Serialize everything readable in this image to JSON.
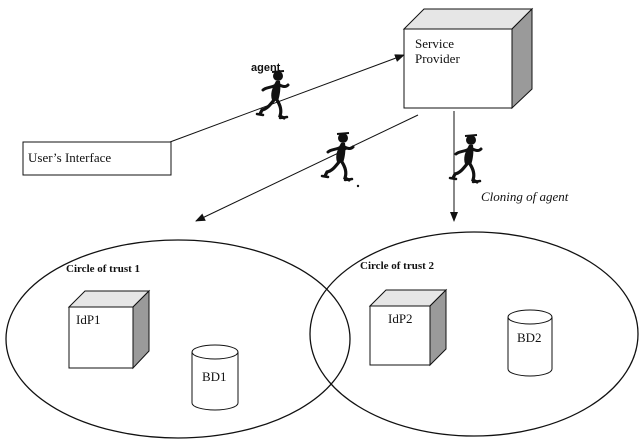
{
  "nodes": {
    "service_provider": {
      "line1": "Service",
      "line2": "Provider"
    },
    "users_interface": {
      "label": "User’s Interface"
    },
    "idp1": {
      "label": "IdP1"
    },
    "idp2": {
      "label": "IdP2"
    },
    "bd1": {
      "label": "BD1"
    },
    "bd2": {
      "label": "BD2"
    }
  },
  "groups": {
    "circle1": {
      "label": "Circle of trust 1"
    },
    "circle2": {
      "label": "Circle of trust 2"
    }
  },
  "annotations": {
    "agent": "agent",
    "cloning": "Cloning of agent"
  },
  "icons": {
    "agent_figure": "running-agent-icon"
  },
  "colors": {
    "stroke": "#111111",
    "cube_front": "#ffffff",
    "cube_top": "#e6e6e6",
    "cube_side": "#9a9a9a",
    "agent": "#111111"
  }
}
